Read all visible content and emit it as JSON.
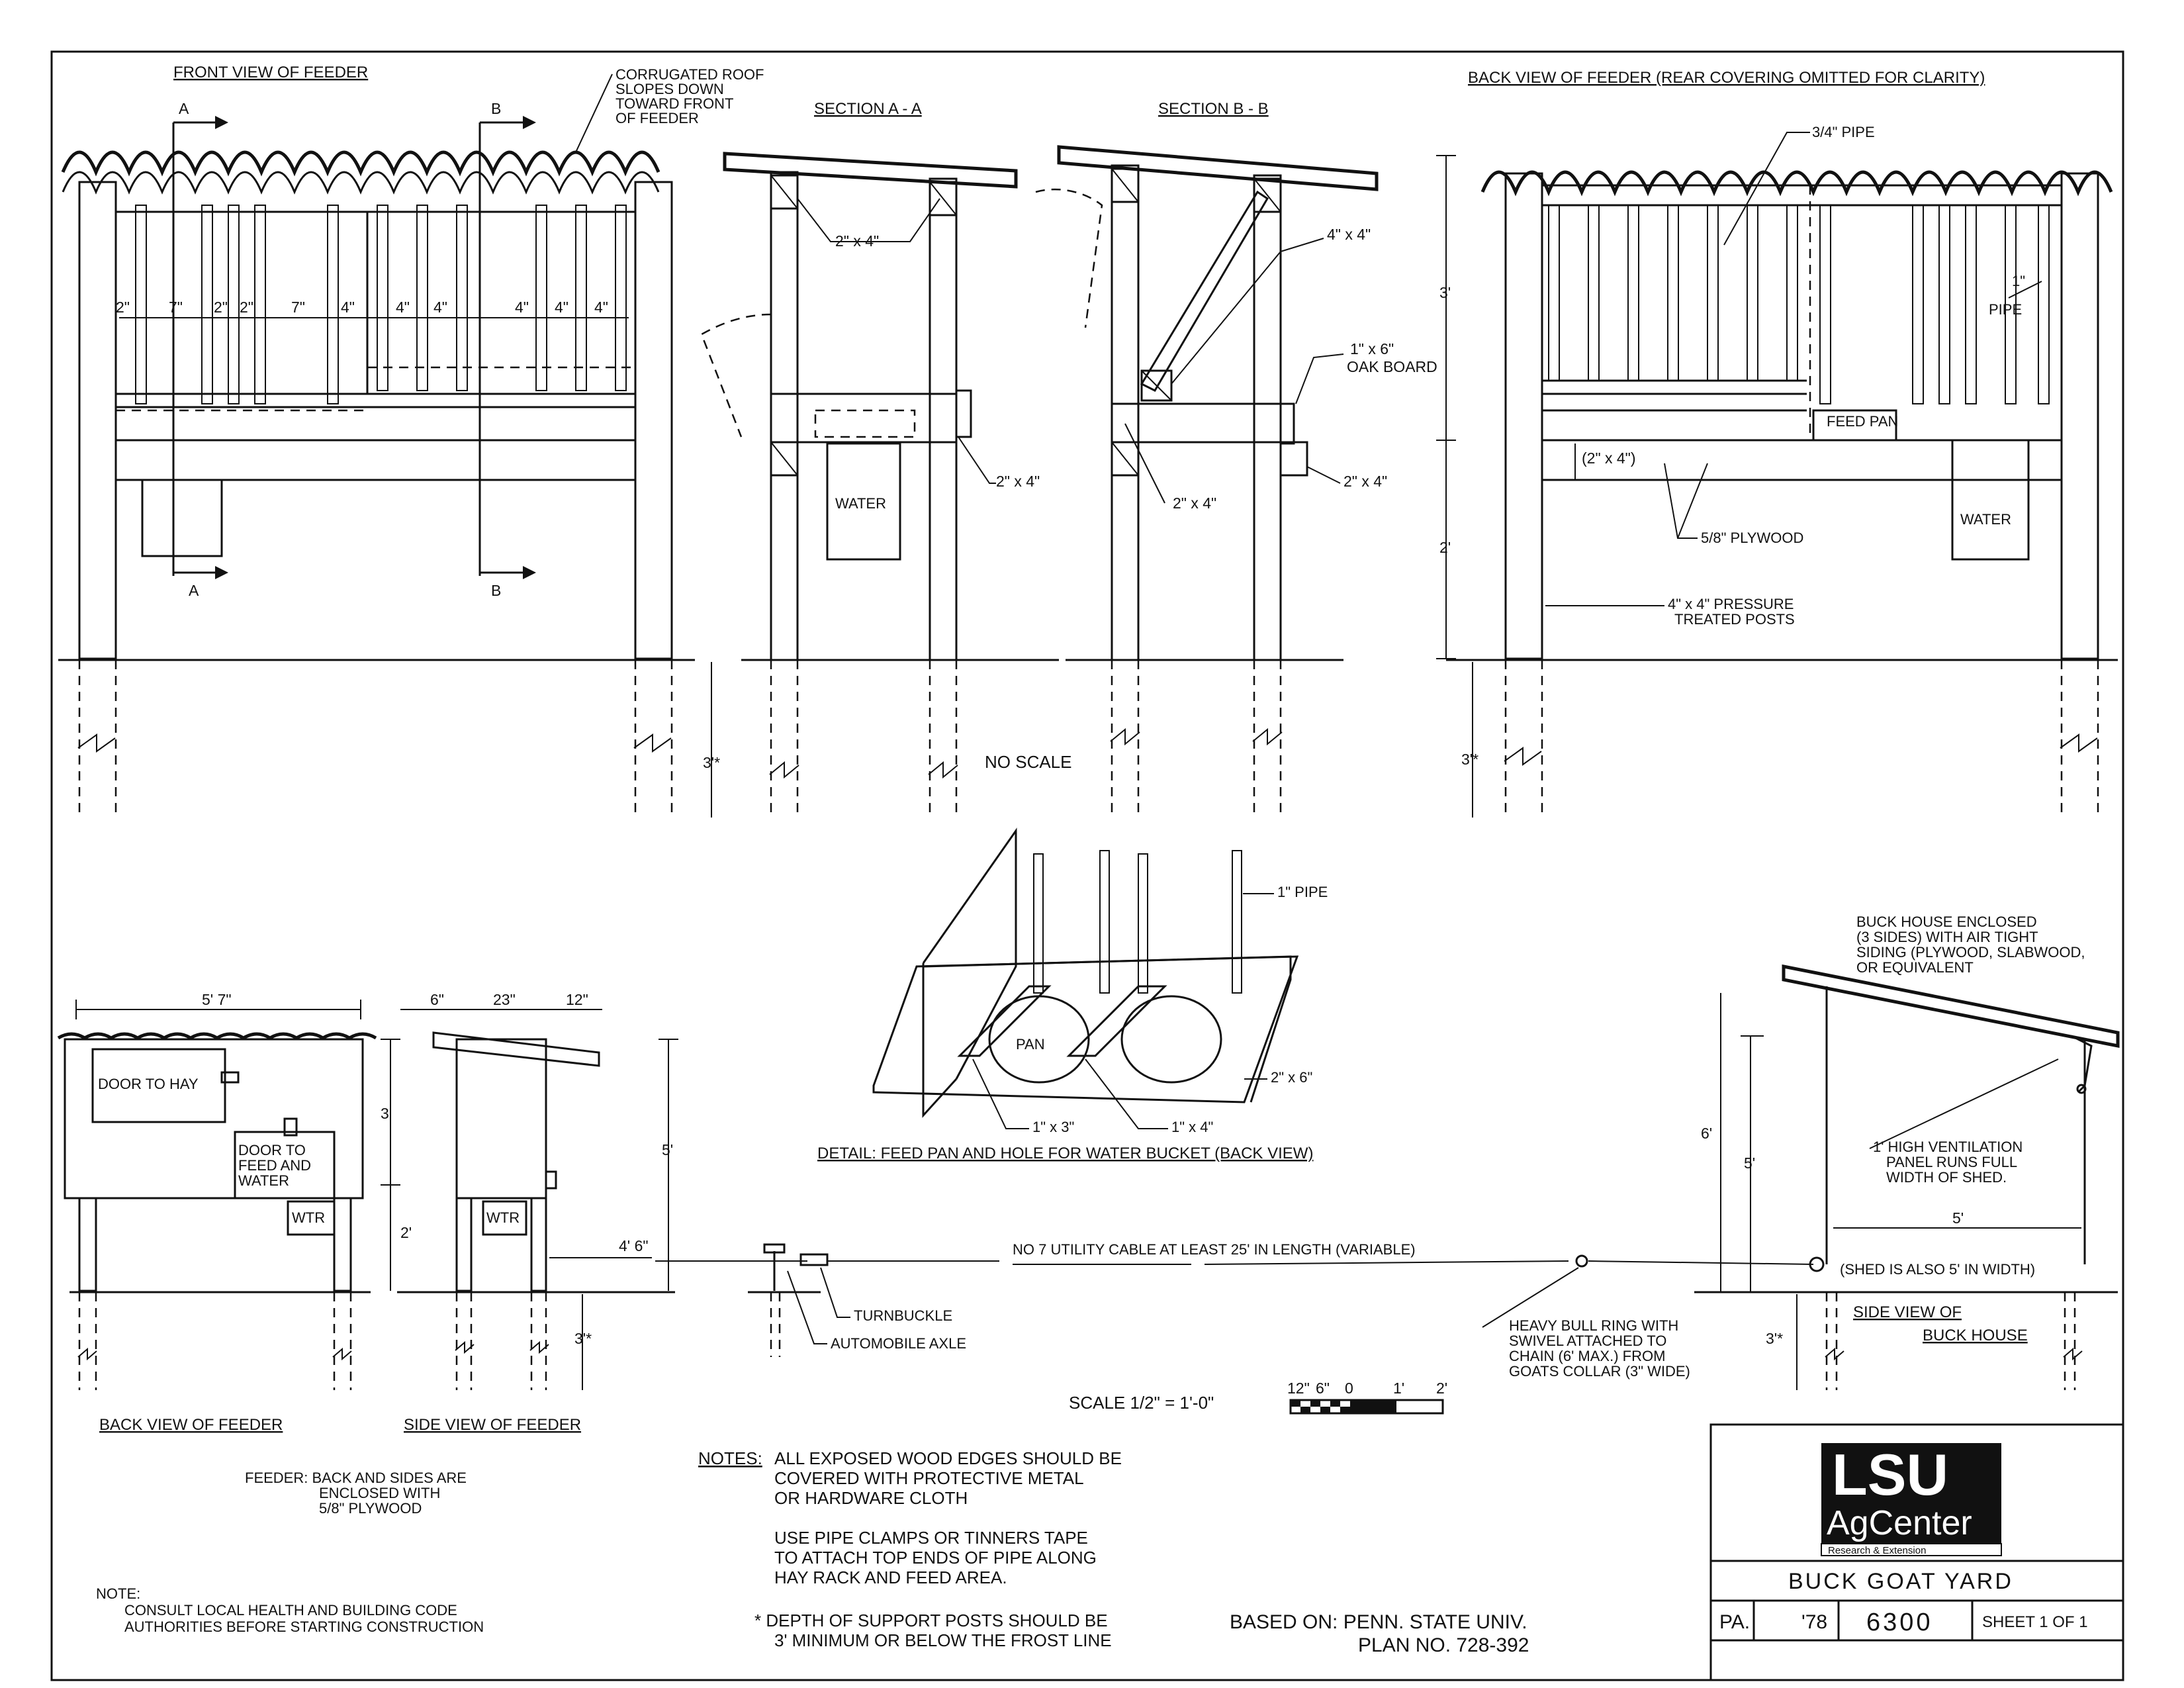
{
  "views": {
    "front": {
      "title": "FRONT VIEW OF FEEDER",
      "roof_note": [
        "CORRUGATED ROOF",
        "SLOPES DOWN",
        "TOWARD FRONT",
        "OF FEEDER"
      ],
      "section_a": "A",
      "section_b": "B",
      "spacings": [
        "2\"",
        "7\"",
        "2\"",
        "2\"",
        "7\"",
        "4\"",
        "4\"",
        "4\"",
        "4\"",
        "4\"",
        "4\""
      ]
    },
    "section_aa": {
      "title": "SECTION A - A",
      "labels": [
        "2\" x 4\"",
        "2\" x 4\"",
        "WATER"
      ]
    },
    "section_bb": {
      "title": "SECTION B - B",
      "labels": [
        "4\" x 4\"",
        "1\" x 6\"",
        "OAK BOARD",
        "2\" x 4\"",
        "2\" x 4\""
      ]
    },
    "back": {
      "title": "BACK VIEW OF FEEDER (REAR COVERING OMITTED FOR CLARITY)",
      "labels": [
        "3/4\" PIPE",
        "1\"",
        "PIPE",
        "FEED PAN",
        "(2\" x 4\")",
        "5/8\" PLYWOOD",
        "WATER",
        "4\" x 4\" PRESSURE",
        "TREATED POSTS"
      ],
      "dims": [
        "3'",
        "2'",
        "3'*"
      ]
    },
    "no_scale": "NO SCALE",
    "depth_dim": "3'*",
    "detail": {
      "title": "DETAIL: FEED PAN AND HOLE FOR WATER BUCKET (BACK VIEW)",
      "labels": [
        "1\" PIPE",
        "PAN",
        "2\" x 6\"",
        "1\" x 3\"",
        "1\" x 4\""
      ]
    },
    "small_back": {
      "title": "BACK VIEW OF FEEDER",
      "labels": [
        "DOOR TO HAY",
        "DOOR TO",
        "FEED AND",
        "WATER",
        "WTR"
      ],
      "dims": [
        "5' 7\"",
        "3'",
        "2'"
      ]
    },
    "small_side": {
      "title": "SIDE VIEW OF FEEDER",
      "labels": [
        "WTR"
      ],
      "dims": [
        "6\"",
        "23\"",
        "12\"",
        "5'",
        "4' 6\"",
        "3'*"
      ]
    },
    "cable": {
      "label": "NO 7 UTILITY CABLE AT LEAST 25' IN LENGTH (VARIABLE)",
      "turnbuckle": "TURNBUCKLE",
      "axle": "AUTOMOBILE AXLE",
      "ring": [
        "HEAVY BULL RING WITH",
        "SWIVEL ATTACHED TO",
        "CHAIN (6' MAX.) FROM",
        "GOATS COLLAR (3\" WIDE)"
      ]
    },
    "buck_house": {
      "title": [
        "SIDE VIEW OF",
        "BUCK HOUSE"
      ],
      "note": [
        "BUCK HOUSE ENCLOSED",
        "(3 SIDES) WITH AIR TIGHT",
        "SIDING (PLYWOOD, SLABWOOD,",
        "OR EQUIVALENT"
      ],
      "vent": [
        "1' HIGH VENTILATION",
        "PANEL RUNS FULL",
        "WIDTH OF SHED."
      ],
      "dims": [
        "6'",
        "5'",
        "5'",
        "3'*"
      ],
      "width_note": "(SHED IS ALSO 5' IN WIDTH)"
    }
  },
  "scale": {
    "label": "SCALE 1/2\" = 1'-0\"",
    "ticks": [
      "12\"",
      "6\"",
      "0",
      "1'",
      "2'"
    ]
  },
  "feeder_note": [
    "FEEDER: BACK AND SIDES ARE",
    "ENCLOSED WITH",
    "5/8\" PLYWOOD"
  ],
  "general_note": [
    "NOTE:",
    "CONSULT LOCAL HEALTH AND BUILDING CODE",
    "AUTHORITIES BEFORE STARTING CONSTRUCTION"
  ],
  "notes": {
    "heading": "NOTES:",
    "items": [
      "ALL EXPOSED WOOD EDGES SHOULD BE",
      "COVERED WITH PROTECTIVE METAL",
      "OR HARDWARE CLOTH",
      "USE PIPE CLAMPS OR TINNERS TAPE",
      "TO ATTACH TOP ENDS OF PIPE ALONG",
      "HAY RACK AND FEED AREA.",
      "* DEPTH OF SUPPORT POSTS SHOULD BE",
      "3' MINIMUM OR BELOW THE FROST LINE"
    ],
    "based_on": [
      "BASED ON: PENN. STATE UNIV.",
      "PLAN NO. 728-392"
    ]
  },
  "title_block": {
    "logo_top": "LSU",
    "logo_mid": "AgCenter",
    "logo_sub": "Research & Extension",
    "title": "BUCK GOAT YARD",
    "state": "PA.",
    "year": "'78",
    "number": "6300",
    "sheet": "SHEET 1 OF 1"
  },
  "colors": {
    "ink": "#111111",
    "paper": "#ffffff"
  }
}
